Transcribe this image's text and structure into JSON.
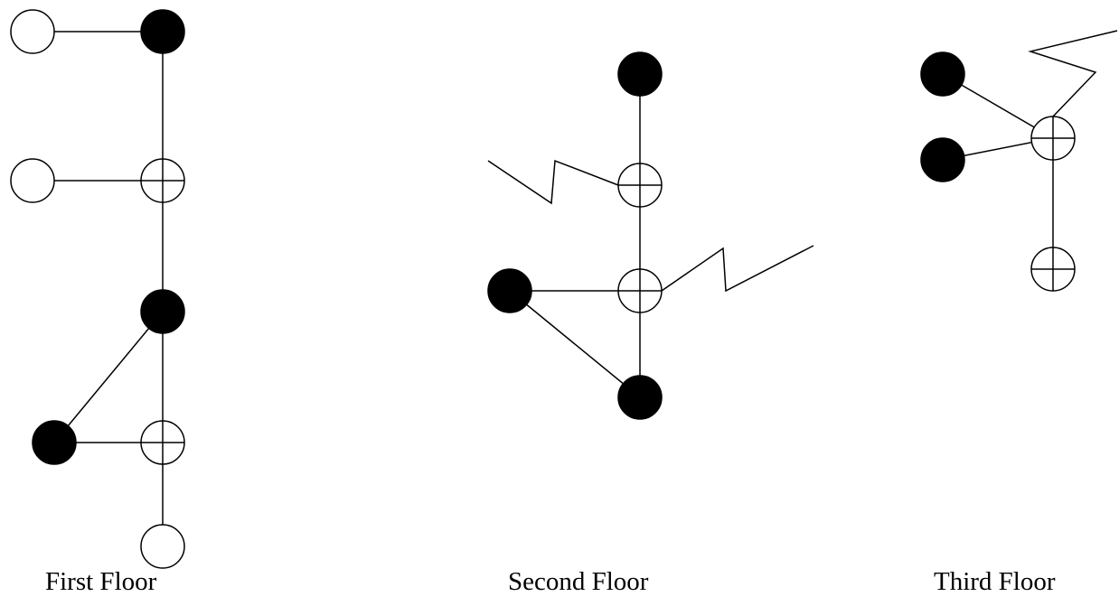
{
  "floors": [
    {
      "label": "First Floor",
      "nodes": [
        {
          "id": "f1-open-top",
          "kind": "open"
        },
        {
          "id": "f1-filled-top",
          "kind": "filled"
        },
        {
          "id": "f1-open-mid",
          "kind": "open"
        },
        {
          "id": "f1-cross-upper",
          "kind": "crossed"
        },
        {
          "id": "f1-filled-mid",
          "kind": "filled"
        },
        {
          "id": "f1-filled-left",
          "kind": "filled"
        },
        {
          "id": "f1-cross-lower",
          "kind": "crossed"
        },
        {
          "id": "f1-open-bottom",
          "kind": "open"
        }
      ],
      "edges": [
        [
          "f1-open-top",
          "f1-filled-top"
        ],
        [
          "f1-filled-top",
          "f1-cross-upper"
        ],
        [
          "f1-open-mid",
          "f1-cross-upper"
        ],
        [
          "f1-cross-upper",
          "f1-filled-mid"
        ],
        [
          "f1-filled-mid",
          "f1-cross-lower"
        ],
        [
          "f1-filled-mid",
          "f1-filled-left"
        ],
        [
          "f1-filled-left",
          "f1-cross-lower"
        ],
        [
          "f1-cross-lower",
          "f1-open-bottom"
        ]
      ]
    },
    {
      "label": "Second Floor",
      "nodes": [
        {
          "id": "f2-filled-top",
          "kind": "filled"
        },
        {
          "id": "f2-cross-upper",
          "kind": "crossed"
        },
        {
          "id": "f2-filled-left",
          "kind": "filled"
        },
        {
          "id": "f2-cross-lower",
          "kind": "crossed"
        },
        {
          "id": "f2-filled-bottom",
          "kind": "filled"
        }
      ],
      "edges": [
        [
          "f2-filled-top",
          "f2-cross-upper"
        ],
        [
          "f2-cross-upper",
          "f2-cross-lower"
        ],
        [
          "f2-filled-left",
          "f2-cross-lower"
        ],
        [
          "f2-cross-lower",
          "f2-filled-bottom"
        ],
        [
          "f2-filled-left",
          "f2-filled-bottom"
        ]
      ],
      "wireless_links": [
        "f2-cross-upper",
        "f2-cross-lower"
      ]
    },
    {
      "label": "Third Floor",
      "nodes": [
        {
          "id": "f3-filled-top",
          "kind": "filled"
        },
        {
          "id": "f3-filled-bottom",
          "kind": "filled"
        },
        {
          "id": "f3-cross-hub",
          "kind": "crossed"
        },
        {
          "id": "f3-cross-bottom",
          "kind": "crossed"
        }
      ],
      "edges": [
        [
          "f3-filled-top",
          "f3-cross-hub"
        ],
        [
          "f3-filled-bottom",
          "f3-cross-hub"
        ],
        [
          "f3-cross-hub",
          "f3-cross-bottom"
        ]
      ],
      "wireless_links": [
        "f3-cross-hub"
      ]
    }
  ],
  "colors": {
    "stroke": "#000000",
    "filled": "#000000",
    "open": "#ffffff"
  }
}
